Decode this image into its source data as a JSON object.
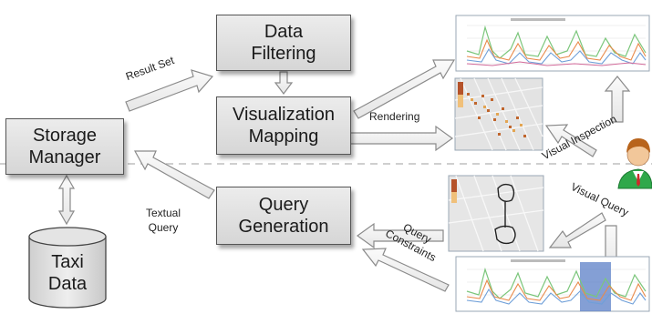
{
  "boxes": {
    "data_filtering": "Data\nFiltering",
    "visualization_mapping": "Visualization\nMapping",
    "storage_manager": "Storage\nManager",
    "query_generation": "Query\nGeneration",
    "taxi_data": "Taxi\nData"
  },
  "labels": {
    "result_set": "Result Set",
    "rendering": "Rendering",
    "textual_query": "Textual\nQuery",
    "query_constraints": "Query\nConstraints",
    "visual_inspection": "Visual Inspection",
    "visual_query": "Visual Query"
  },
  "icons": {
    "user": "user-icon"
  },
  "colors": {
    "box_fill": "#dddddd",
    "arrow_fill": "#f2f2f2",
    "arrow_stroke": "#8a8a8a",
    "selection_highlight": "#5b7fc7"
  }
}
